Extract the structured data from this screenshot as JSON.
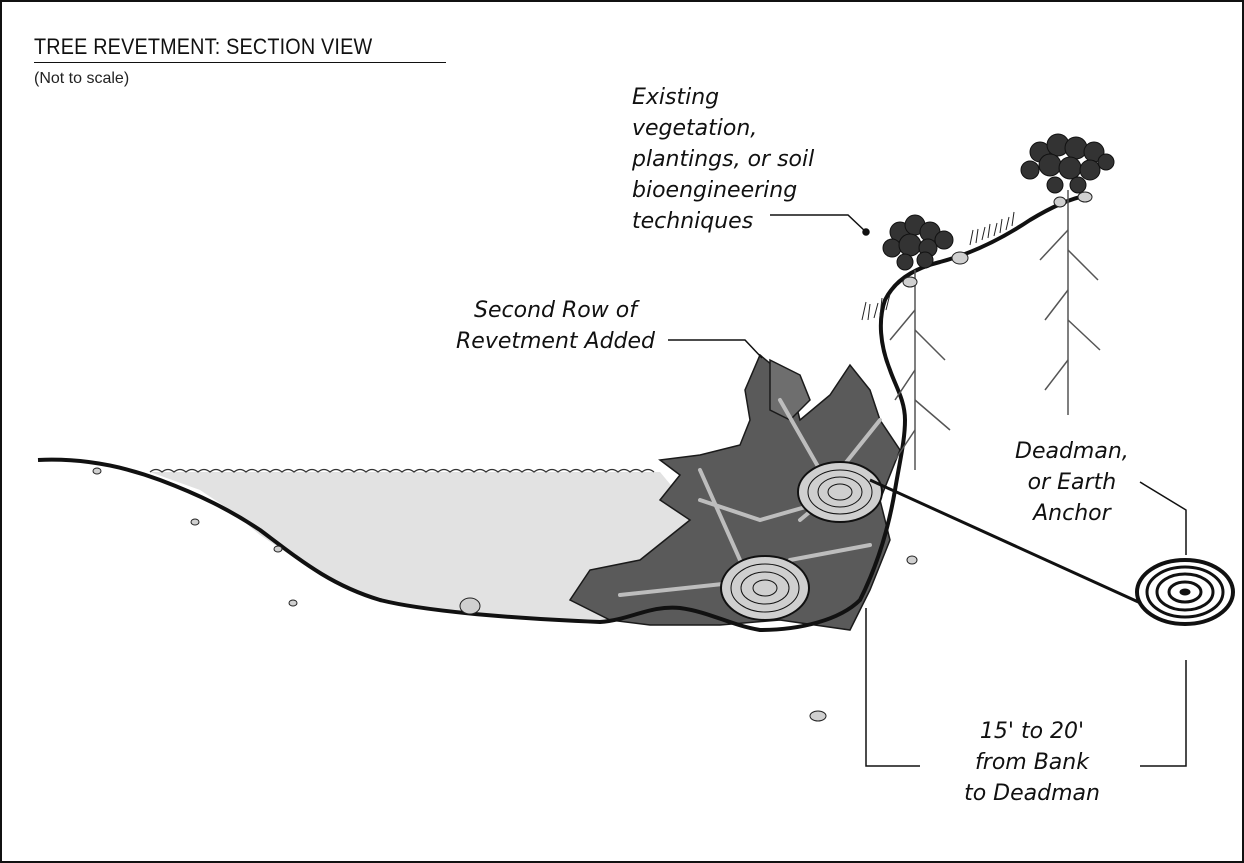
{
  "diagram": {
    "title": "TREE REVETMENT: SECTION VIEW",
    "subtitle": "(Not to scale)",
    "labels": {
      "existing_vegetation": [
        "Existing",
        "vegetation,",
        "plantings, or soil",
        "bioengineering",
        "techniques"
      ],
      "second_row": [
        "Second Row of",
        "Revetment Added"
      ],
      "deadman": [
        "Deadman,",
        "or Earth",
        "Anchor"
      ],
      "distance": [
        "15' to 20'",
        "from Bank",
        "to Deadman"
      ]
    }
  }
}
